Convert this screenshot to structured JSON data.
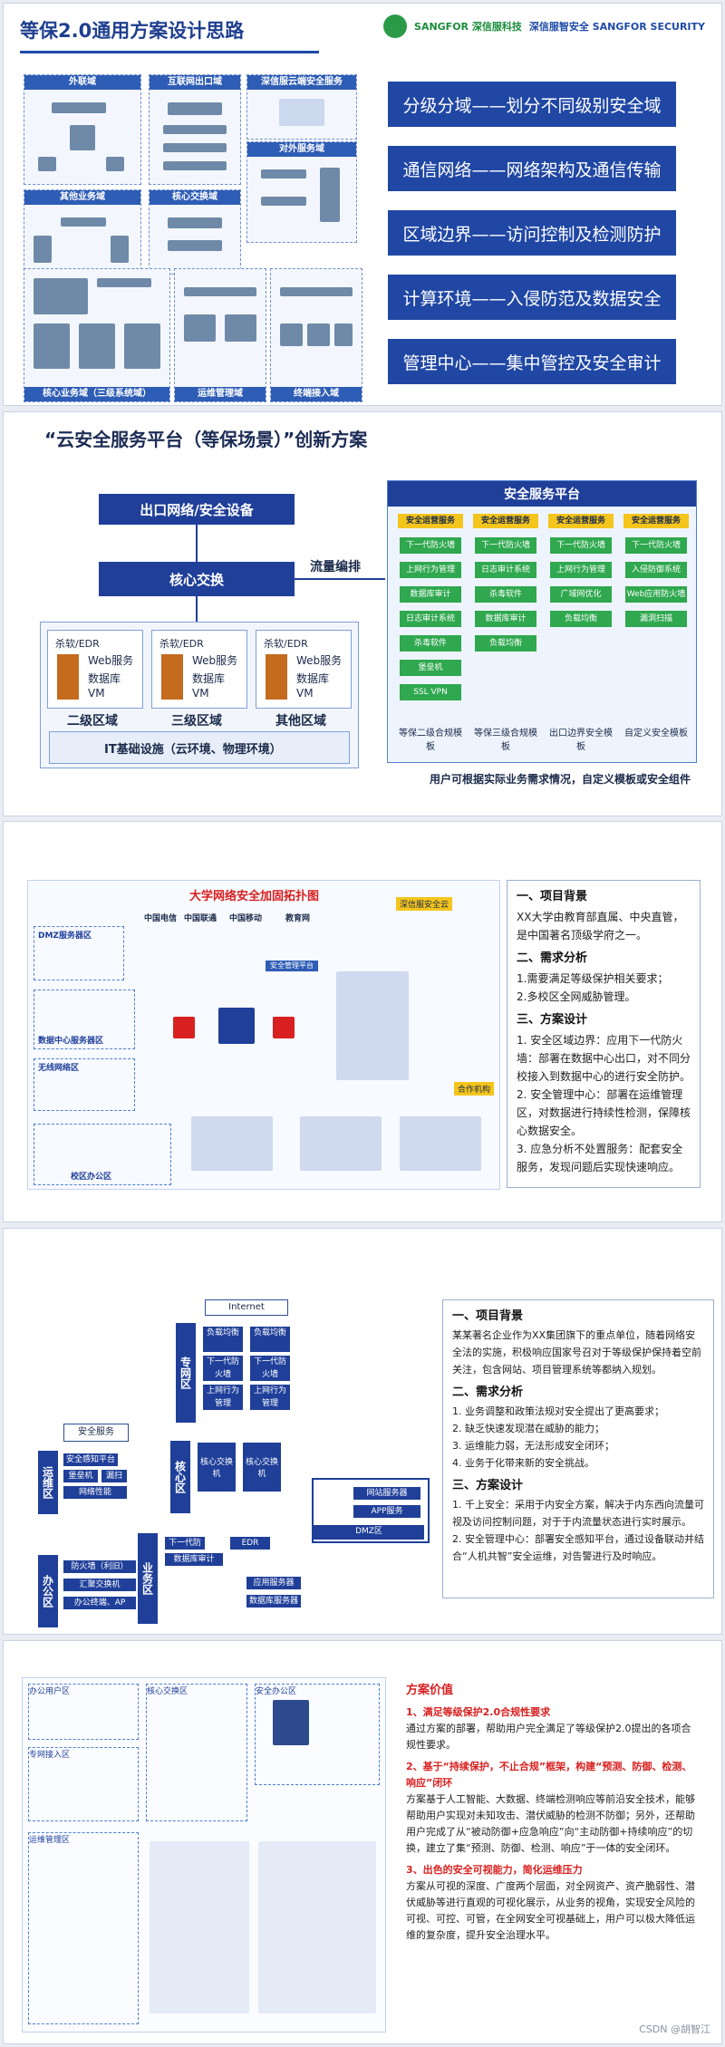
{
  "slide1": {
    "title": "等保2.0通用方案设计思路",
    "logo_left": "SANGFOR 深信服科技",
    "logo_right": "深信服智安全 SANGFOR SECURITY",
    "boxes": [
      "分级分域——划分不同级别安全域",
      "通信网络——网络架构及通信传输",
      "区域边界——访问控制及检测防护",
      "计算环境——入侵防范及数据安全",
      "管理中心——集中管控及安全审计"
    ],
    "zones": [
      "外联域",
      "互联网出口域",
      "深信服云端安全服务",
      "对外服务域",
      "其他业务域",
      "核心交换域",
      "核心业务域（三级系统域）",
      "运维管理域",
      "终端接入域"
    ]
  },
  "slide2": {
    "title": "“云安全服务平台（等保场景）”创新方案",
    "exit": "出口网络/安全设备",
    "core": "核心交换",
    "flow": "流量编排",
    "platform": "安全服务平台",
    "regions": [
      {
        "name": "二级区域",
        "items": [
          "杀软/EDR",
          "Web服务",
          "数据库",
          "VM"
        ]
      },
      {
        "name": "三级区域",
        "items": [
          "杀软/EDR",
          "Web服务",
          "数据库",
          "VM"
        ]
      },
      {
        "name": "其他区域",
        "items": [
          "杀软/EDR",
          "Web服务",
          "数据库",
          "VM"
        ]
      }
    ],
    "infra": "IT基础设施（云环境、物理环境）",
    "columns": [
      {
        "header": "安全运营服务",
        "items": [
          "下一代防火墙",
          "上网行为管理",
          "数据库审计",
          "日志审计系统",
          "杀毒软件",
          "堡垒机",
          "SSL VPN"
        ],
        "footer": "等保二级合规模板"
      },
      {
        "header": "安全运营服务",
        "items": [
          "下一代防火墙",
          "日志审计系统",
          "杀毒软件",
          "数据库审计",
          "负载均衡"
        ],
        "footer": "等保三级合规模板"
      },
      {
        "header": "安全运营服务",
        "items": [
          "下一代防火墙",
          "上网行为管理",
          "广域网优化",
          "负载均衡"
        ],
        "footer": "出口边界安全模板"
      },
      {
        "header": "安全运营服务",
        "items": [
          "下一代防火墙",
          "入侵防御系统",
          "Web应用防火墙",
          "漏洞扫描"
        ],
        "footer": "自定义安全模板"
      }
    ],
    "note": "用户可根据实际业务需求情况，自定义模板或安全组件"
  },
  "slide3": {
    "diagram_title": "大学网络安全加固拓扑图",
    "isps": [
      "中国电信",
      "中国联通",
      "中国移动",
      "教育网"
    ],
    "zones": [
      "DMZ服务器区",
      "数据中心服务器区",
      "无线网络区",
      "校区办公区",
      "安全管理平台",
      "深信服安全云",
      "合作机构"
    ],
    "sections": [
      {
        "heading": "一、项目背景",
        "lines": [
          "XX大学由教育部直属、中央直管，是中国著名顶级学府之一。"
        ]
      },
      {
        "heading": "二、需求分析",
        "lines": [
          "1.需要满足等级保护相关要求；",
          "2.多校区全网威胁管理。"
        ]
      },
      {
        "heading": "三、方案设计",
        "lines": [
          "1. 安全区域边界：应用下一代防火墙：部署在数据中心出口，对不同分校接入到数据中心的进行安全防护。",
          "2. 安全管理中心：部署在运维管理区，对数据进行持续性检测，保障核心数据安全。",
          "3. 应急分析不处置服务：配套安全服务，发现问题后实现快速响应。"
        ]
      }
    ]
  },
  "slide4": {
    "internet": "Internet",
    "zone_labels": [
      "专网区",
      "运维区",
      "核心区",
      "办公区",
      "业务区"
    ],
    "boxes": [
      "负载均衡",
      "负载均衡",
      "下一代防火墙",
      "下一代防火墙",
      "上网行为管理",
      "上网行为管理",
      "安全服务",
      "安全感知平台",
      "堡垒机",
      "漏扫",
      "网络性能",
      "核心交换机",
      "核心交换机",
      "下一代防火墙",
      "数据库审计",
      "EDR",
      "应用服务器",
      "数据库服务器",
      "防火墙（利旧）",
      "汇聚交换机",
      "办公终端、AP",
      "网站服务器",
      "APP服务"
    ],
    "dmz": "DMZ区",
    "sections": [
      {
        "heading": "一、项目背景",
        "lines": [
          "某某著名企业作为XX集团旗下的重点单位，随着网络安全法的实施，积极响应国家号召对于等级保护保持着空前关注，包含网站、项目管理系统等都纳入规划。"
        ]
      },
      {
        "heading": "二、需求分析",
        "lines": [
          "1. 业务调整和政策法规对安全提出了更高要求；",
          "2. 缺乏快速发现潜在威胁的能力；",
          "3. 运维能力弱，无法形成安全闭环；",
          "4. 业务于化带来新的安全挑战。"
        ]
      },
      {
        "heading": "三、方案设计",
        "lines": [
          "1. 千上安全：采用于内安全方案，解决于内东西向流量可视及访问控制问题，对于于内流量状态进行实时展示。",
          "2. 安全管理中心：部署安全感知平台，通过设备联动并结合“人机共智”安全运维，对告警进行及时响应。"
        ]
      }
    ]
  },
  "slide5": {
    "left_labels": [
      "办公用户区",
      "专网接入区",
      "核心交换区",
      "安全办公区",
      "运维管理区"
    ],
    "heading": "方案价值",
    "items": [
      {
        "title": "1、满足等级保护2.0合规性要求",
        "body": "通过方案的部署，帮助用户完全满足了等级保护2.0提出的各项合规性要求。"
      },
      {
        "title": "2、基于“持续保护，不止合规”框架，构建“预测、防御、检测、响应”闭环",
        "body": "方案基于人工智能、大数据、终端检测响应等前沿安全技术，能够帮助用户实现对未知攻击、潜伏威胁的检测不防御；另外，还帮助用户完成了从“被动防御+应急响应”向“主动防御+持续响应”的切换，建立了集“预测、防御、检测、响应”于一体的安全闭环。"
      },
      {
        "title": "3、出色的安全可视能力，简化运维压力",
        "body": "方案从可视的深度、广度两个层面，对全网资产、资产脆弱性、潜伏威胁等进行直观的可视化展示，从业务的视角，实现安全风险的可视、可控、可管，在全网安全可视基础上，用户可以极大降低运维的复杂度，提升安全治理水平。"
      }
    ],
    "watermark": "CSDN @胡智江"
  },
  "colors": {
    "brand": "#1f3f99",
    "accent": "#f4c51d",
    "green": "#2fa84f",
    "red": "#d92020"
  }
}
